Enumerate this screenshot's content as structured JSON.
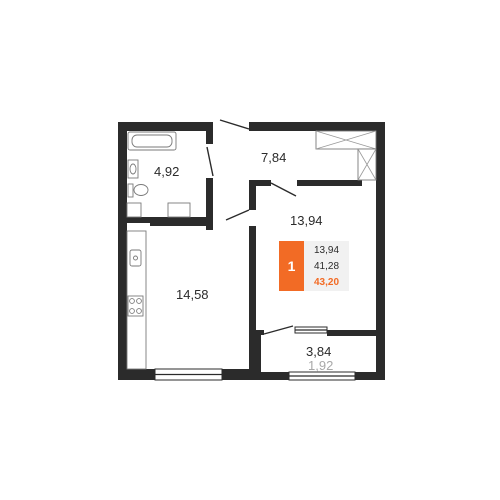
{
  "plan": {
    "rooms": [
      {
        "id": "bathroom",
        "area": "4,92"
      },
      {
        "id": "hall",
        "area": "7,84"
      },
      {
        "id": "living-room",
        "area": "13,94"
      },
      {
        "id": "kitchen",
        "area": "14,58"
      },
      {
        "id": "loggia",
        "area": "3,84",
        "reduced_area": "1,92"
      }
    ]
  },
  "info_card": {
    "rooms_count": "1",
    "living_area": "13,94",
    "total_area": "41,28",
    "total_with_loggia": "43,20"
  },
  "colors": {
    "walls": "#2b2b2b",
    "accent": "#f26b25",
    "card_bg": "#f1f1f1",
    "muted_text": "#a8a8a8"
  }
}
